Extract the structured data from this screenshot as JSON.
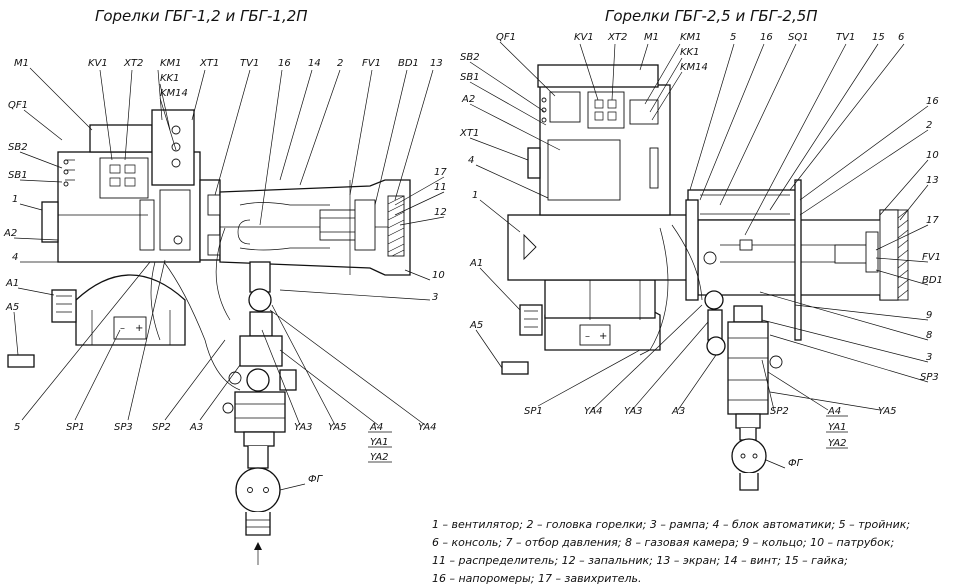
{
  "titles": {
    "left": "Горелки ГБГ-1,2 и ГБГ-1,2П",
    "right": "Горелки ГБГ-2,5 и ГБГ-2,5П"
  },
  "left_labels": {
    "M1": "M1",
    "KV1": "KV1",
    "XT2": "XT2",
    "KM1": "KM1",
    "KK1": "KK1",
    "KM14": "KM14",
    "XT1": "XT1",
    "TV1": "TV1",
    "n16": "16",
    "n14": "14",
    "n2": "2",
    "FV1": "FV1",
    "BD1": "BD1",
    "n13": "13",
    "QF1": "QF1",
    "SB2": "SB2",
    "SB1": "SB1",
    "n1": "1",
    "A2": "A2",
    "n4": "4",
    "A1": "A1",
    "A5": "A5",
    "n17": "17",
    "n11": "11",
    "n12": "12",
    "n10": "10",
    "n3": "3",
    "n5": "5",
    "SP1": "SP1",
    "SP3": "SP3",
    "SP2": "SP2",
    "A3": "A3",
    "YA3": "YA3",
    "YA5": "YA5",
    "A4": "A4",
    "YA1": "YA1",
    "YA2": "YA2",
    "YA4": "YA4",
    "FG": "ФГ"
  },
  "right_labels": {
    "QF1": "QF1",
    "KV1": "KV1",
    "XT2": "XT2",
    "M1": "M1",
    "KM1": "KM1",
    "KK1": "KK1",
    "KM14": "KM14",
    "n5": "5",
    "n16a": "16",
    "SQ1": "SQ1",
    "TV1": "TV1",
    "n15": "15",
    "n6": "6",
    "SB2": "SB2",
    "SB1": "SB1",
    "A2": "A2",
    "XT1": "XT1",
    "n4": "4",
    "n1": "1",
    "A1": "A1",
    "A5": "A5",
    "n16b": "16",
    "n2": "2",
    "n10": "10",
    "n13": "13",
    "n17": "17",
    "FV1": "FV1",
    "BD1": "BD1",
    "n9": "9",
    "n8": "8",
    "n3": "3",
    "SP3": "SP3",
    "SP1": "SP1",
    "YA4": "YA4",
    "YA3": "YA3",
    "A3": "A3",
    "SP2": "SP2",
    "A4": "A4",
    "YA1": "YA1",
    "YA2": "YA2",
    "YA5": "YA5",
    "FG": "ФГ"
  },
  "legend": {
    "line1": "1 – вентилятор; 2 – головка горелки; 3 – рампа; 4 – блок автоматики; 5 – тройник;",
    "line2": "6 – консоль; 7 – отбор давления; 8 – газовая камера; 9 – кольцо; 10 – патрубок;",
    "line3": "11 – распределитель; 12 – запальник; 13 – экран; 14 – винт; 15 – гайка;",
    "line4": "16 – напоромеры; 17 – завихритель."
  },
  "colors": {
    "ink": "#111111",
    "paper": "#ffffff"
  }
}
